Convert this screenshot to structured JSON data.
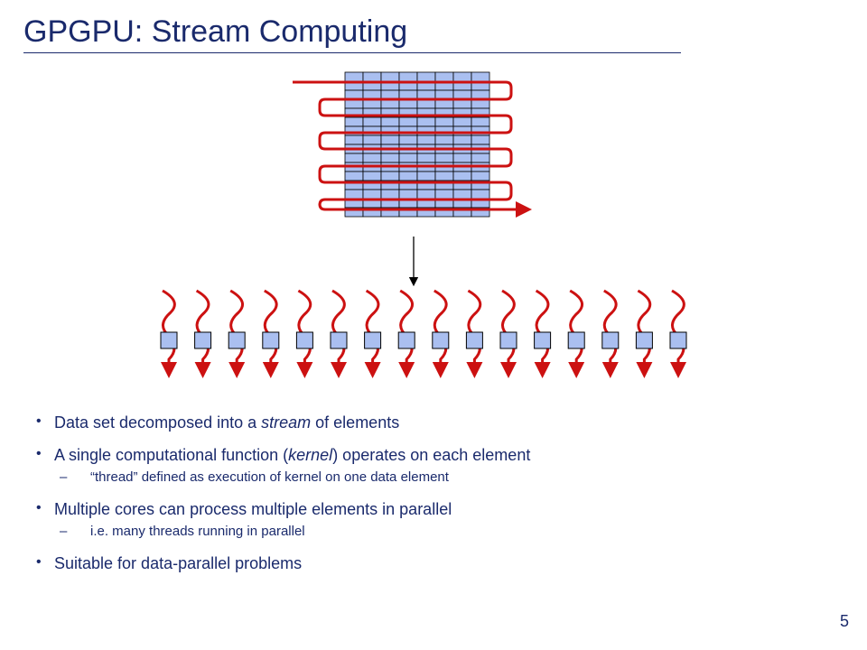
{
  "slide": {
    "title": "GPGPU: Stream Computing",
    "page_number": "5"
  },
  "diagram": {
    "grid_fill": "#aabff0",
    "arrow_color": "#cc1111",
    "line_color": "#000000"
  },
  "bullets": [
    {
      "level": 1,
      "parts": [
        {
          "text": "Data set decomposed into a "
        },
        {
          "text": "stream",
          "italic": true
        },
        {
          "text": " of elements"
        }
      ]
    },
    {
      "level": 1,
      "parts": [
        {
          "text": "A single computational function ("
        },
        {
          "text": "kernel",
          "italic": true
        },
        {
          "text": ") operates on each element"
        }
      ]
    },
    {
      "level": 2,
      "parts": [
        {
          "text": "“thread” defined as execution of kernel on one data element"
        }
      ]
    },
    {
      "level": 1,
      "parts": [
        {
          "text": "Multiple cores can process multiple elements in parallel"
        }
      ]
    },
    {
      "level": 2,
      "parts": [
        {
          "text": "i.e. many threads running in parallel"
        }
      ]
    },
    {
      "level": 1,
      "parts": [
        {
          "text": "Suitable for data-parallel problems"
        }
      ]
    }
  ]
}
